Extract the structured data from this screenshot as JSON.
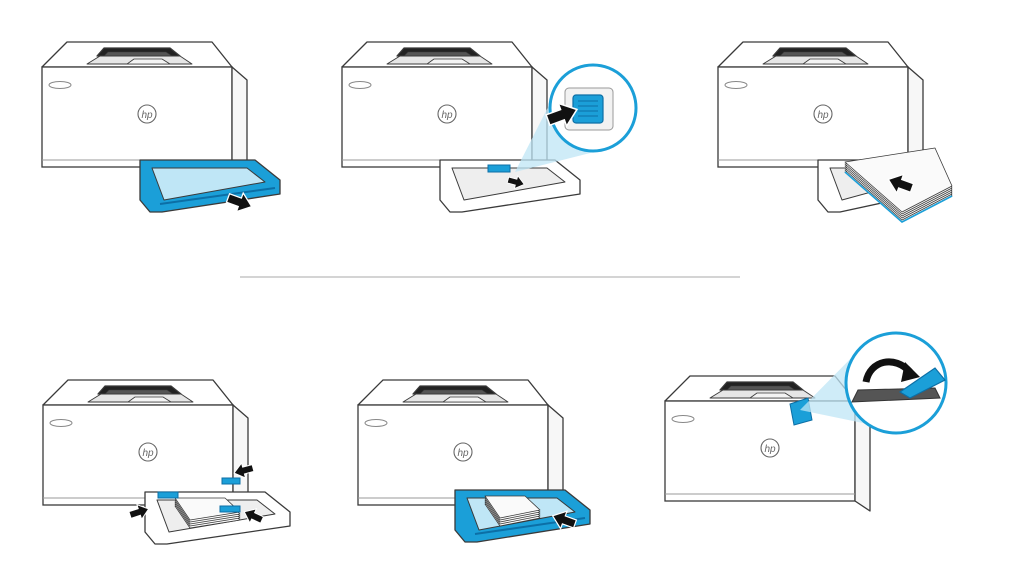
{
  "figure": {
    "steps": [
      {
        "id": "step-1",
        "action": "pull-out-tray"
      },
      {
        "id": "step-2",
        "action": "slide-length-guide"
      },
      {
        "id": "step-3",
        "action": "insert-paper-stack"
      },
      {
        "id": "step-4",
        "action": "adjust-width-guides"
      },
      {
        "id": "step-5",
        "action": "push-tray-in"
      },
      {
        "id": "step-6",
        "action": "unfold-output-stop"
      }
    ],
    "logo_text": "hp",
    "colors": {
      "accent": "#1b9fd8",
      "accent_dark": "#0c6fa6",
      "accent_light": "#bfe6f6",
      "outline": "#3a3a3a",
      "body": "#ffffff",
      "shade": "#e6e6e6",
      "dark": "#222222",
      "divider": "#bbbbbb"
    },
    "icons": [
      "printer-icon",
      "arrow-icon",
      "zoom-callout-icon",
      "hp-logo-icon"
    ]
  }
}
